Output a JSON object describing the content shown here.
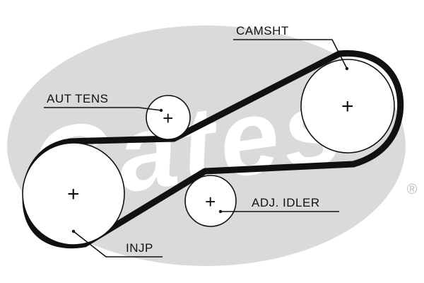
{
  "colors": {
    "belt": "#111111",
    "watermark": "#dadada",
    "watermark_text": "#ffffff",
    "line": "#111111"
  },
  "watermark": {
    "logo_text": "Gates",
    "registered_mark": "®"
  },
  "labels": {
    "camshaft": "CAMSHT",
    "auto_tensioner": "AUT TENS",
    "adjustable_idler": "ADJ. IDLER",
    "injection_pump": "INJP"
  },
  "pulleys": {
    "camshaft": {
      "marker": "+"
    },
    "auto_tensioner": {
      "marker": "+"
    },
    "adjustable_idler": {
      "marker": "+"
    },
    "injection_pump": {
      "marker": "+"
    }
  }
}
